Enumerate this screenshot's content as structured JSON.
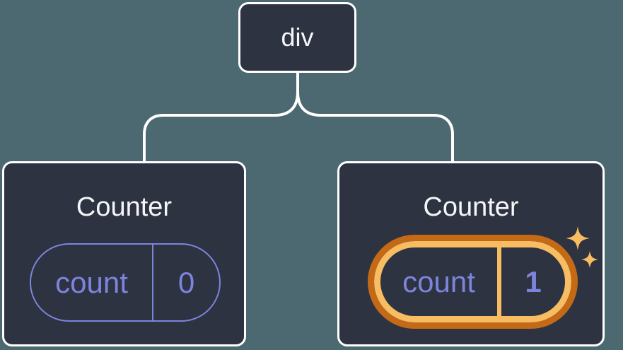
{
  "diagram": {
    "root": {
      "label": "div"
    },
    "nodes": [
      {
        "title": "Counter",
        "state_key": "count",
        "state_value": "0",
        "highlighted": false
      },
      {
        "title": "Counter",
        "state_key": "count",
        "state_value": "1",
        "highlighted": true
      }
    ]
  },
  "colors": {
    "background": "#4C6870",
    "node_fill": "#2D3340",
    "node_border": "#FFFFFF",
    "title_text": "#F5F6F8",
    "state_accent": "#7D84DE",
    "highlight_outer": "#C46A16",
    "highlight_inner": "#F8BD62"
  },
  "icons": [
    {
      "name": "sparkles-icon"
    }
  ]
}
